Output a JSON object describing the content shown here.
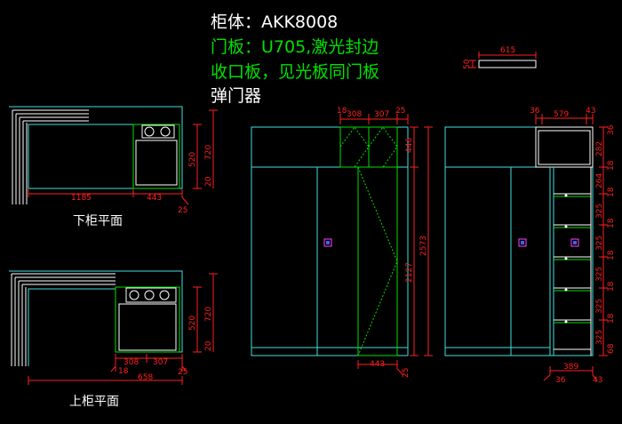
{
  "notes": {
    "line1": "柜体：AKK8008",
    "line2": "门板：U705,激光封边",
    "line3": "收口板，见光板同门板",
    "line4": "弹门器"
  },
  "labels": {
    "lower_plan": "下柜平面",
    "upper_plan": "上柜平面"
  },
  "colors": {
    "white": "#ffffff",
    "green": "#00e000",
    "cyan": "#40e0e0",
    "red": "#ff2020",
    "yellow": "#ffff00",
    "magenta": "#ff40ff"
  },
  "dims": {
    "lower": {
      "d1185": "1185",
      "d443": "443",
      "d520": "520",
      "d720": "720",
      "d20": "20",
      "d25": "25"
    },
    "upper": {
      "d308": "308",
      "d307": "307",
      "d18": "18",
      "d658": "658",
      "d520": "520",
      "d720": "720",
      "d20": "20",
      "d25": "25"
    },
    "panel": {
      "d615": "615",
      "d50": "50"
    },
    "front": {
      "d18": "18",
      "d308": "308",
      "d307": "307",
      "d25": "25",
      "d446": "446",
      "d2127": "2127",
      "d2573": "2573",
      "d443": "443",
      "d25b": "25"
    },
    "side": {
      "d36": "36",
      "d579": "579",
      "d43": "43",
      "d282": "282",
      "d18": "18",
      "d264": "264",
      "d325": "325",
      "d389": "389",
      "d36b": "36",
      "d43b": "43",
      "d68": "68"
    }
  }
}
